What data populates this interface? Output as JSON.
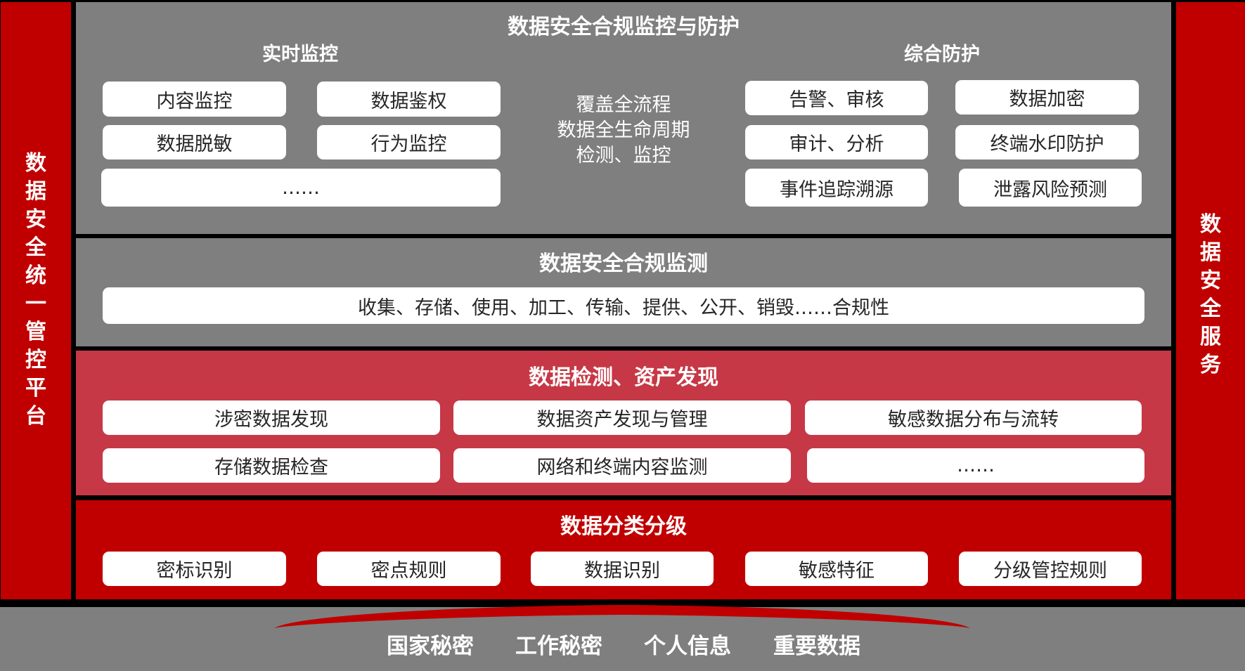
{
  "left_sidebar": {
    "label": "数据安全统一管控平台",
    "chars": [
      "数",
      "据",
      "安",
      "全",
      "统",
      "一",
      "管",
      "控",
      "平",
      "台"
    ]
  },
  "right_sidebar": {
    "label": "数据安全服务",
    "chars": [
      "数",
      "据",
      "安",
      "全",
      "服",
      "务"
    ]
  },
  "layers": {
    "protection": {
      "title": "数据安全合规监控与防护",
      "realtime": {
        "title": "实时监控",
        "items": [
          "内容监控",
          "数据鉴权",
          "数据脱敏",
          "行为监控",
          "……"
        ]
      },
      "center_lines": [
        "覆盖全流程",
        "数据全生命周期",
        "检测、监控"
      ],
      "comprehensive": {
        "title": "综合防护",
        "items": [
          "告警、审核",
          "数据加密",
          "审计、分析",
          "终端水印防护",
          "事件追踪溯源",
          "泄露风险预测"
        ]
      }
    },
    "compliance": {
      "title": "数据安全合规监测",
      "item": "收集、存储、使用、加工、传输、提供、公开、销毁……合规性"
    },
    "discovery": {
      "title": "数据检测、资产发现",
      "items": [
        "涉密数据发现",
        "数据资产发现与管理",
        "敏感数据分布与流转",
        "存储数据检查",
        "网络和终端内容监测",
        "……"
      ]
    },
    "classification": {
      "title": "数据分类分级",
      "items": [
        "密标识别",
        "密点规则",
        "数据识别",
        "敏感特征",
        "分级管控规则"
      ]
    }
  },
  "foundation": {
    "items": [
      "国家秘密",
      "工作秘密",
      "个人信息",
      "重要数据"
    ]
  },
  "colors": {
    "red": "#c00000",
    "gray": "#7f7f7f",
    "pink": "#c63846",
    "border": "#000000",
    "box": "#ffffff"
  }
}
